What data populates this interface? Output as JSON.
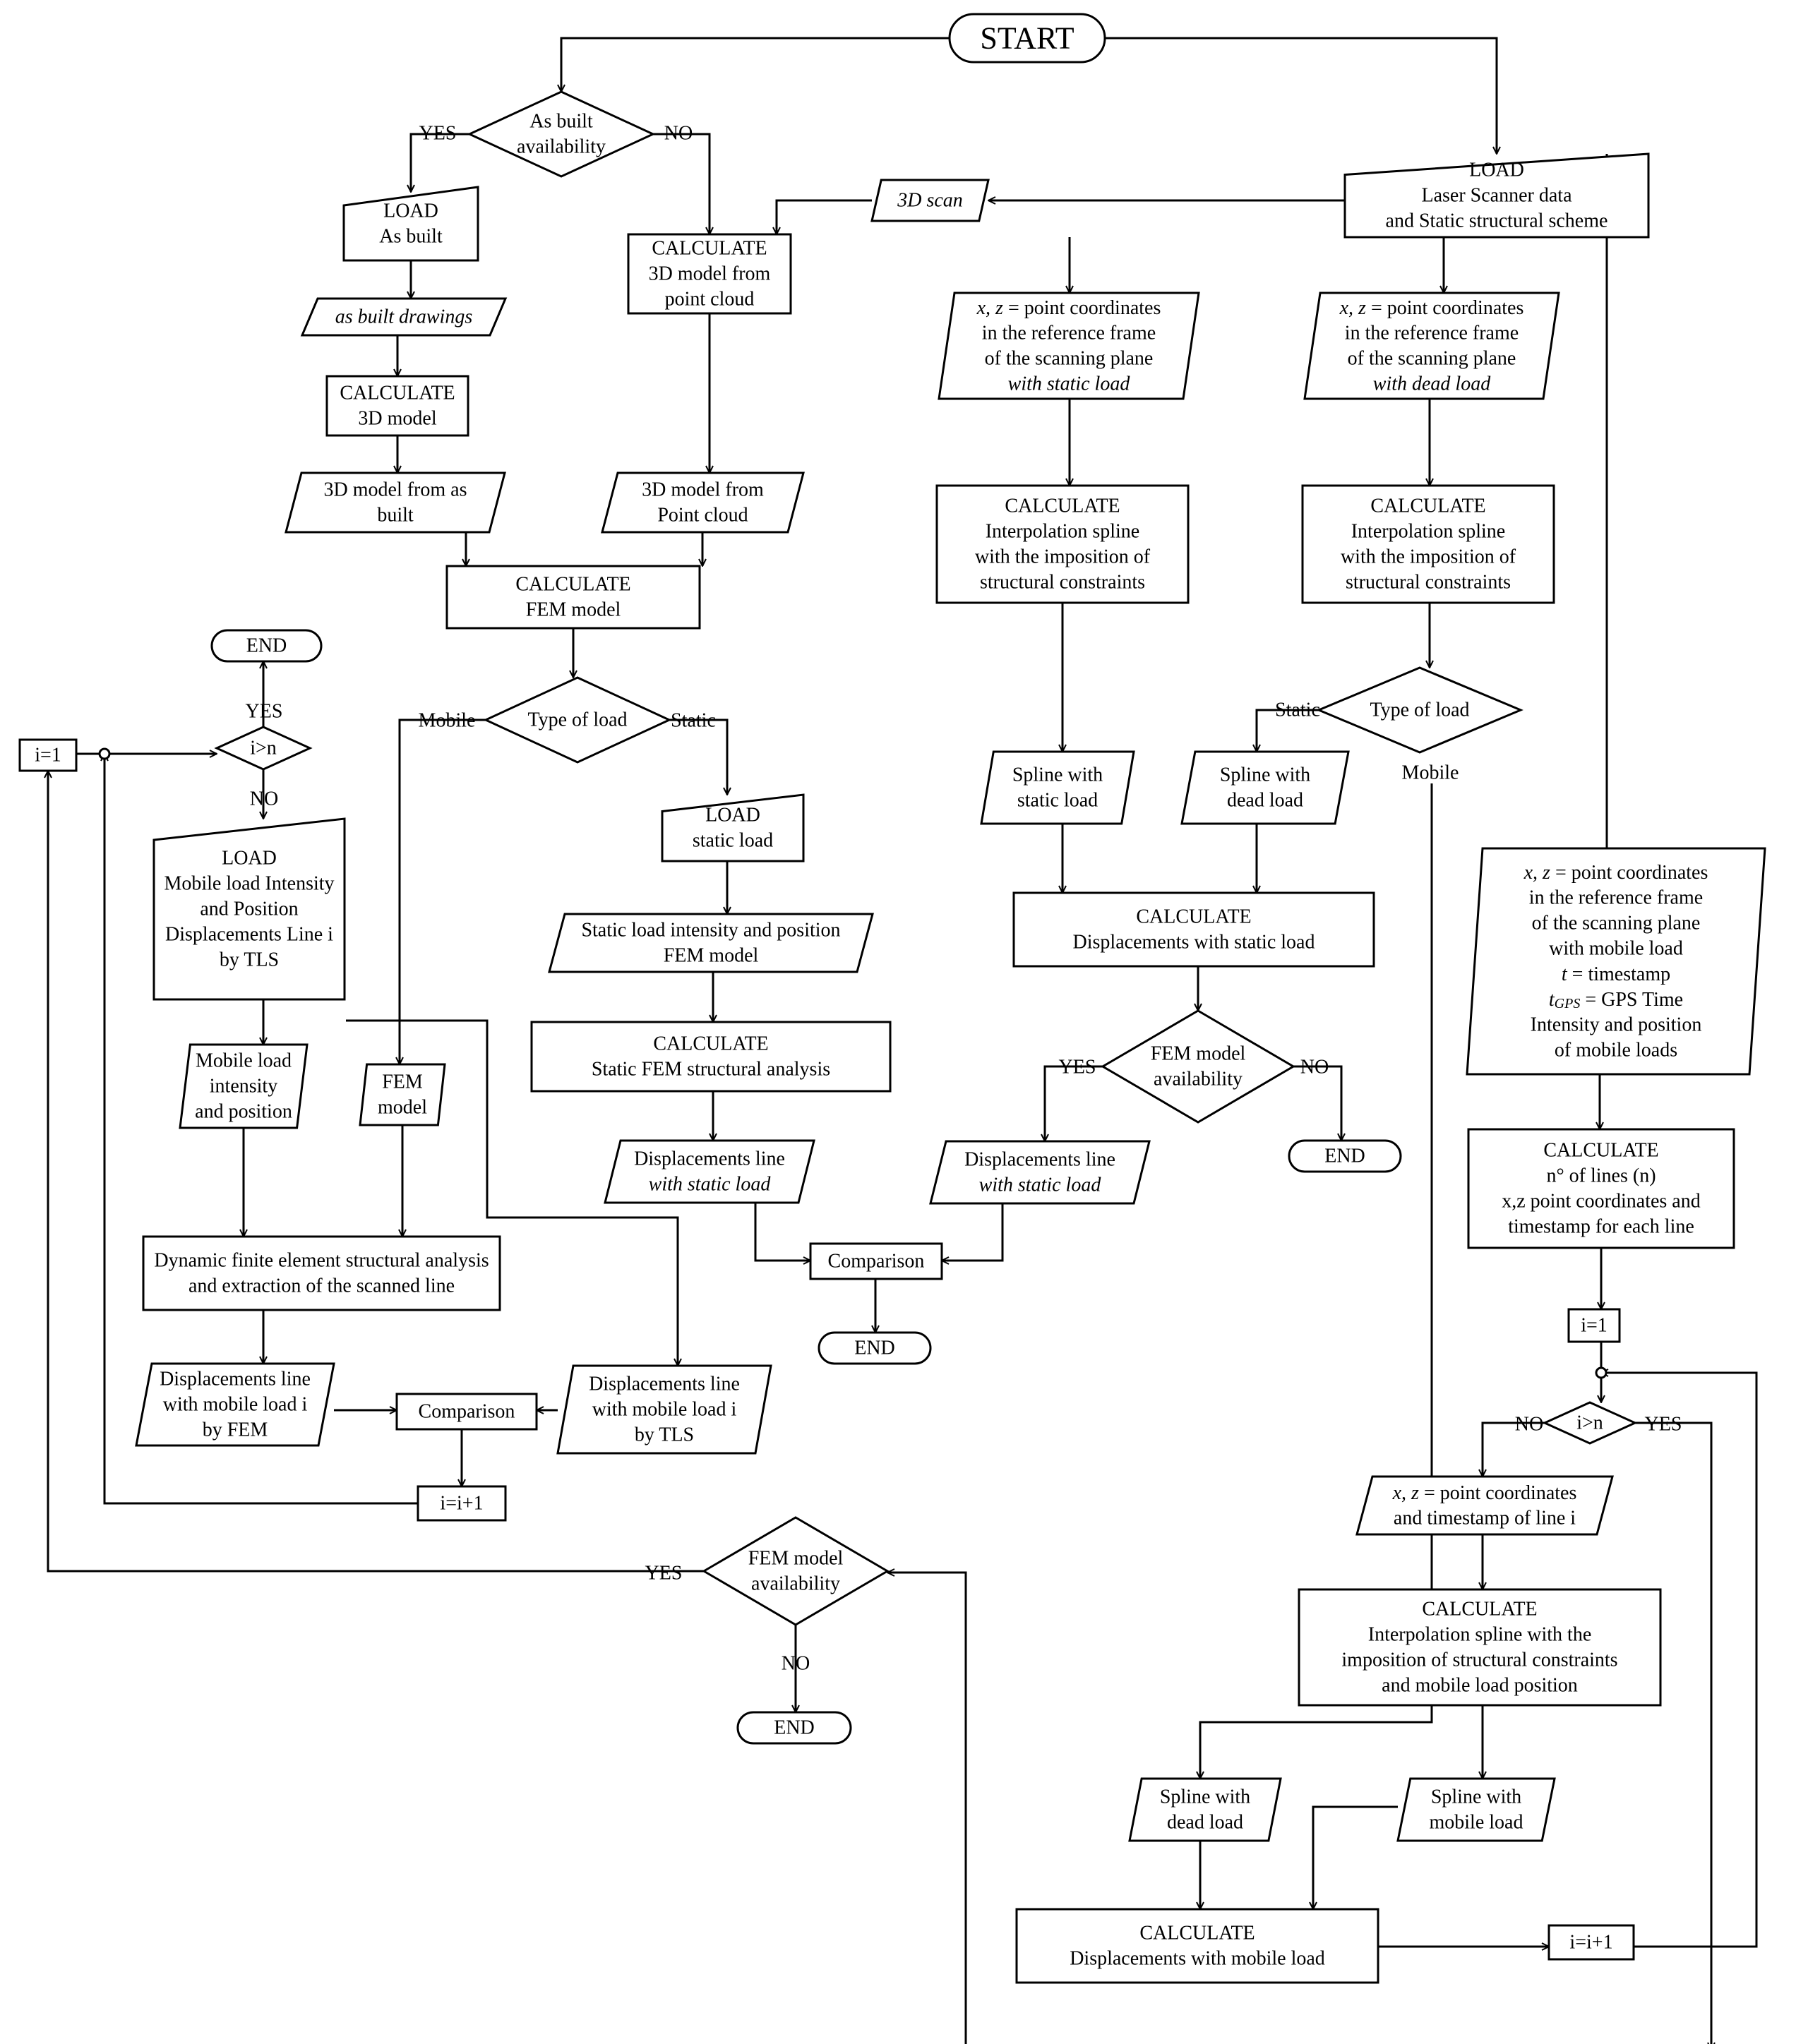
{
  "nodes": [
    {
      "id": "start",
      "shape": "terminal",
      "lines": [
        "START"
      ]
    },
    {
      "id": "asbuilt_q",
      "shape": "decision",
      "lines": [
        "As built",
        "availability"
      ]
    },
    {
      "id": "load_laser",
      "shape": "manual",
      "lines": [
        "LOAD",
        "Laser Scanner data",
        "and Static structural scheme"
      ]
    },
    {
      "id": "load_asbuilt",
      "shape": "manual",
      "lines": [
        "LOAD",
        "As built"
      ]
    },
    {
      "id": "scan3d",
      "shape": "io",
      "lines": [
        "3D scan"
      ],
      "italic": true
    },
    {
      "id": "calc_pc",
      "shape": "process",
      "lines": [
        "CALCULATE",
        "3D model from",
        "point cloud"
      ]
    },
    {
      "id": "asbuilt_draw",
      "shape": "io",
      "lines": [
        "as built drawings"
      ],
      "italic": true
    },
    {
      "id": "calc_3d",
      "shape": "process",
      "lines": [
        "CALCULATE",
        "3D model"
      ]
    },
    {
      "id": "model_asbuilt",
      "shape": "io",
      "lines": [
        "3D model from as",
        "built"
      ]
    },
    {
      "id": "model_pc",
      "shape": "io",
      "lines": [
        "3D model from",
        "Point cloud"
      ]
    },
    {
      "id": "calc_fem",
      "shape": "process",
      "lines": [
        "CALCULATE",
        "FEM model"
      ]
    },
    {
      "id": "end1",
      "shape": "terminal",
      "lines": [
        "END"
      ]
    },
    {
      "id": "type_load1",
      "shape": "decision",
      "lines": [
        "Type of load"
      ]
    },
    {
      "id": "i1_left",
      "shape": "process",
      "lines": [
        "i=1"
      ]
    },
    {
      "id": "igtn_left",
      "shape": "decision",
      "lines": [
        "i>n"
      ]
    },
    {
      "id": "load_static",
      "shape": "manual",
      "lines": [
        "LOAD",
        "static load"
      ]
    },
    {
      "id": "load_mobile",
      "shape": "manual",
      "lines": [
        "LOAD",
        "Mobile load Intensity",
        "and Position",
        "Displacements Line i",
        "by TLS"
      ]
    },
    {
      "id": "static_int",
      "shape": "io",
      "lines": [
        "Static load intensity and position",
        "FEM model"
      ]
    },
    {
      "id": "calc_static_fem",
      "shape": "process",
      "lines": [
        "CALCULATE",
        "Static FEM structural analysis"
      ]
    },
    {
      "id": "disp_static1",
      "shape": "io",
      "lines": [
        "Displacements line",
        "with static load"
      ]
    },
    {
      "id": "mob_int",
      "shape": "io",
      "lines": [
        "Mobile load",
        "intensity",
        "and position"
      ]
    },
    {
      "id": "fem_model",
      "shape": "io",
      "lines": [
        "FEM",
        "model"
      ]
    },
    {
      "id": "dyn_fem",
      "shape": "process",
      "lines": [
        "Dynamic finite element structural analysis",
        "and extraction of the scanned line"
      ]
    },
    {
      "id": "disp_fem",
      "shape": "io",
      "lines": [
        "Displacements line",
        "with mobile load i",
        "by FEM"
      ]
    },
    {
      "id": "comp_left",
      "shape": "process",
      "lines": [
        "Comparison"
      ]
    },
    {
      "id": "disp_tls",
      "shape": "io",
      "lines": [
        "Displacements line",
        "with mobile load i",
        "by TLS"
      ]
    },
    {
      "id": "iinc_left",
      "shape": "process",
      "lines": [
        "i=i+1"
      ]
    },
    {
      "id": "comp_mid",
      "shape": "process",
      "lines": [
        "Comparison"
      ]
    },
    {
      "id": "end2",
      "shape": "terminal",
      "lines": [
        "END"
      ]
    },
    {
      "id": "fem_q2",
      "shape": "decision",
      "lines": [
        "FEM model",
        "availability"
      ]
    },
    {
      "id": "end3",
      "shape": "terminal",
      "lines": [
        "END"
      ]
    },
    {
      "id": "coord_static",
      "shape": "io",
      "lines": [
        "x, z = point coordinates",
        "in the reference frame",
        "of the scanning plane",
        "with static load"
      ]
    },
    {
      "id": "coord_dead",
      "shape": "io",
      "lines": [
        "x, z = point coordinates",
        "in the reference frame",
        "of the scanning plane",
        "with dead load"
      ]
    },
    {
      "id": "spline_static_calc",
      "shape": "process",
      "lines": [
        "CALCULATE",
        "Interpolation spline",
        "with the imposition of",
        "structural constraints"
      ]
    },
    {
      "id": "spline_dead_calc",
      "shape": "process",
      "lines": [
        "CALCULATE",
        "Interpolation spline",
        "with the imposition of",
        "structural constraints"
      ]
    },
    {
      "id": "type_load2",
      "shape": "decision",
      "lines": [
        "Type of load"
      ]
    },
    {
      "id": "spline_static",
      "shape": "io",
      "lines": [
        "Spline with",
        "static load"
      ]
    },
    {
      "id": "spline_dead1",
      "shape": "io",
      "lines": [
        "Spline with",
        "dead load"
      ]
    },
    {
      "id": "calc_disp_static",
      "shape": "process",
      "lines": [
        "CALCULATE",
        "Displacements with static load"
      ]
    },
    {
      "id": "fem_q1",
      "shape": "decision",
      "lines": [
        "FEM model",
        "availability"
      ]
    },
    {
      "id": "disp_static2",
      "shape": "io",
      "lines": [
        "Displacements line",
        "with static load"
      ]
    },
    {
      "id": "end4",
      "shape": "terminal",
      "lines": [
        "END"
      ]
    },
    {
      "id": "coord_mobile",
      "shape": "io",
      "lines": [
        "x, z = point coordinates",
        "in the reference frame",
        "of the scanning plane",
        "with mobile load",
        "t = timestamp",
        "tGPS = GPS Time",
        "Intensity and position",
        "of mobile loads"
      ]
    },
    {
      "id": "calc_lines",
      "shape": "process",
      "lines": [
        "CALCULATE",
        "n° of lines (n)",
        "x,z  point coordinates and",
        "timestamp for each line"
      ]
    },
    {
      "id": "i1_right",
      "shape": "process",
      "lines": [
        "i=1"
      ]
    },
    {
      "id": "igtn_right",
      "shape": "decision",
      "lines": [
        "i>n"
      ]
    },
    {
      "id": "coord_line",
      "shape": "io",
      "lines": [
        "x, z = point coordinates",
        "and timestamp of line i"
      ]
    },
    {
      "id": "calc_spline_mob",
      "shape": "process",
      "lines": [
        "CALCULATE",
        "Interpolation spline with the",
        "imposition of structural constraints",
        "and mobile load position"
      ]
    },
    {
      "id": "spline_dead2",
      "shape": "io",
      "lines": [
        "Spline with",
        "dead load"
      ]
    },
    {
      "id": "spline_mobile",
      "shape": "io",
      "lines": [
        "Spline with",
        "mobile load"
      ]
    },
    {
      "id": "calc_disp_mob",
      "shape": "process",
      "lines": [
        "CALCULATE",
        "Displacements with mobile load"
      ]
    },
    {
      "id": "iinc_right",
      "shape": "process",
      "lines": [
        "i=i+1"
      ]
    }
  ],
  "labels": [
    {
      "id": "yes_asbuilt",
      "text": "YES"
    },
    {
      "id": "no_asbuilt",
      "text": "NO"
    },
    {
      "id": "mobile1",
      "text": "Mobile"
    },
    {
      "id": "static1",
      "text": "Static"
    },
    {
      "id": "yes_left",
      "text": "YES"
    },
    {
      "id": "no_left",
      "text": "NO"
    },
    {
      "id": "yes_fem2",
      "text": "YES"
    },
    {
      "id": "no_fem2",
      "text": "NO"
    },
    {
      "id": "static2",
      "text": "Static"
    },
    {
      "id": "mobile2",
      "text": "Mobile"
    },
    {
      "id": "yes_fem1",
      "text": "YES"
    },
    {
      "id": "no_fem1",
      "text": "NO"
    },
    {
      "id": "no_right",
      "text": "NO"
    },
    {
      "id": "yes_right",
      "text": "YES"
    }
  ]
}
